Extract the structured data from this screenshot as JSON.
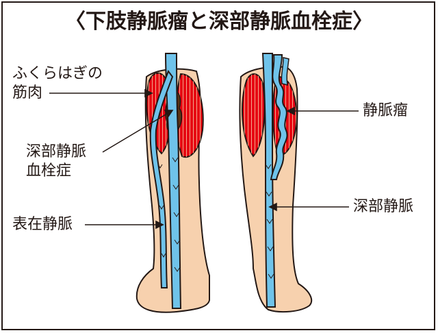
{
  "title": "〈下肢静脈瘤と深部静脈血栓症〉",
  "labels": {
    "calf_muscle_line1": "ふくらはぎの",
    "calf_muscle_line2": "筋肉",
    "dvt_line1": "深部静脈",
    "dvt_line2": "血栓症",
    "superficial_vein": "表在静脈",
    "varicose_vein": "静脈瘤",
    "deep_vein": "深部静脈"
  },
  "colors": {
    "skin": "#f7d1ae",
    "muscle": "#e60012",
    "vein": "#6fc3ea",
    "clot": "#5a3312",
    "outline": "#231815"
  }
}
